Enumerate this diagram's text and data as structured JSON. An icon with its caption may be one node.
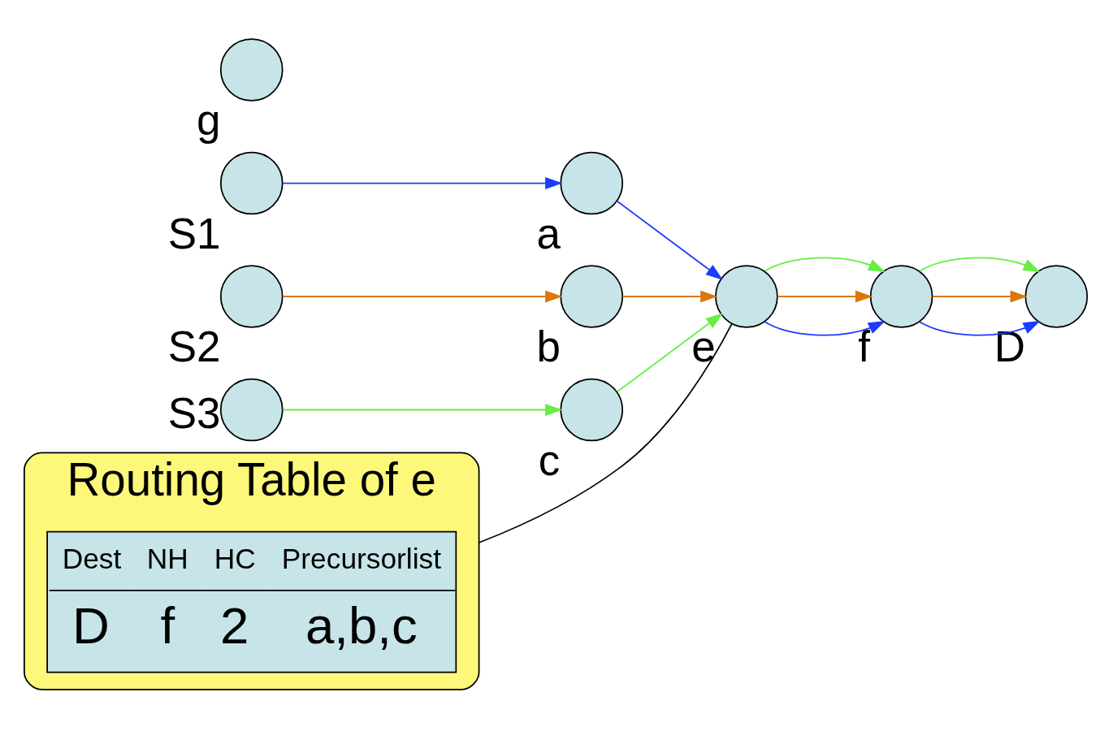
{
  "diagram": {
    "nodes": [
      {
        "text": [
          "S1"
        ]
      },
      {
        "text": [
          "a"
        ]
      },
      {
        "text": [
          "g"
        ]
      },
      {
        "text": [
          "S2"
        ]
      },
      {
        "text": [
          "b"
        ]
      },
      {
        "text": [
          "e"
        ]
      },
      {
        "text": [
          "f"
        ]
      },
      {
        "text": [
          "D"
        ]
      },
      {
        "text": [
          "S3"
        ]
      },
      {
        "text": [
          "c"
        ]
      },
      {
        "text": [
          "Routing Table of e"
        ]
      },
      {
        "text": [
          "Dest",
          "NH",
          "HC",
          "Precursorlist",
          "D",
          "f",
          "2",
          "a,b,c"
        ],
        "in": 10
      }
    ],
    "edges": [
      {
        "from": 0,
        "to": 1,
        "arrow": "to",
        "color": "#1a3cff"
      },
      {
        "from": 1,
        "to": 5,
        "arrow": "to",
        "color": "#1a3cff"
      },
      {
        "from": 3,
        "to": 4,
        "arrow": "to",
        "color": "#d9780a"
      },
      {
        "from": 4,
        "to": 5,
        "arrow": "to",
        "color": "#d9780a"
      },
      {
        "from": 8,
        "to": 9,
        "arrow": "to",
        "color": "#66ee44"
      },
      {
        "from": 9,
        "to": 5,
        "arrow": "to",
        "color": "#66ee44"
      },
      {
        "from": 5,
        "to": 6,
        "arrow": "to",
        "color": "#1a3cff"
      },
      {
        "from": 5,
        "to": 6,
        "arrow": "to",
        "color": "#d9780a"
      },
      {
        "from": 5,
        "to": 6,
        "arrow": "to",
        "color": "#66ee44"
      },
      {
        "from": 6,
        "to": 7,
        "arrow": "to",
        "color": "#1a3cff"
      },
      {
        "from": 6,
        "to": 7,
        "arrow": "to",
        "color": "#d9780a"
      },
      {
        "from": 6,
        "to": 7,
        "arrow": "to",
        "color": "#66ee44"
      },
      {
        "from": 10,
        "to": 5,
        "arrow": "none",
        "color": "#000000"
      }
    ]
  }
}
